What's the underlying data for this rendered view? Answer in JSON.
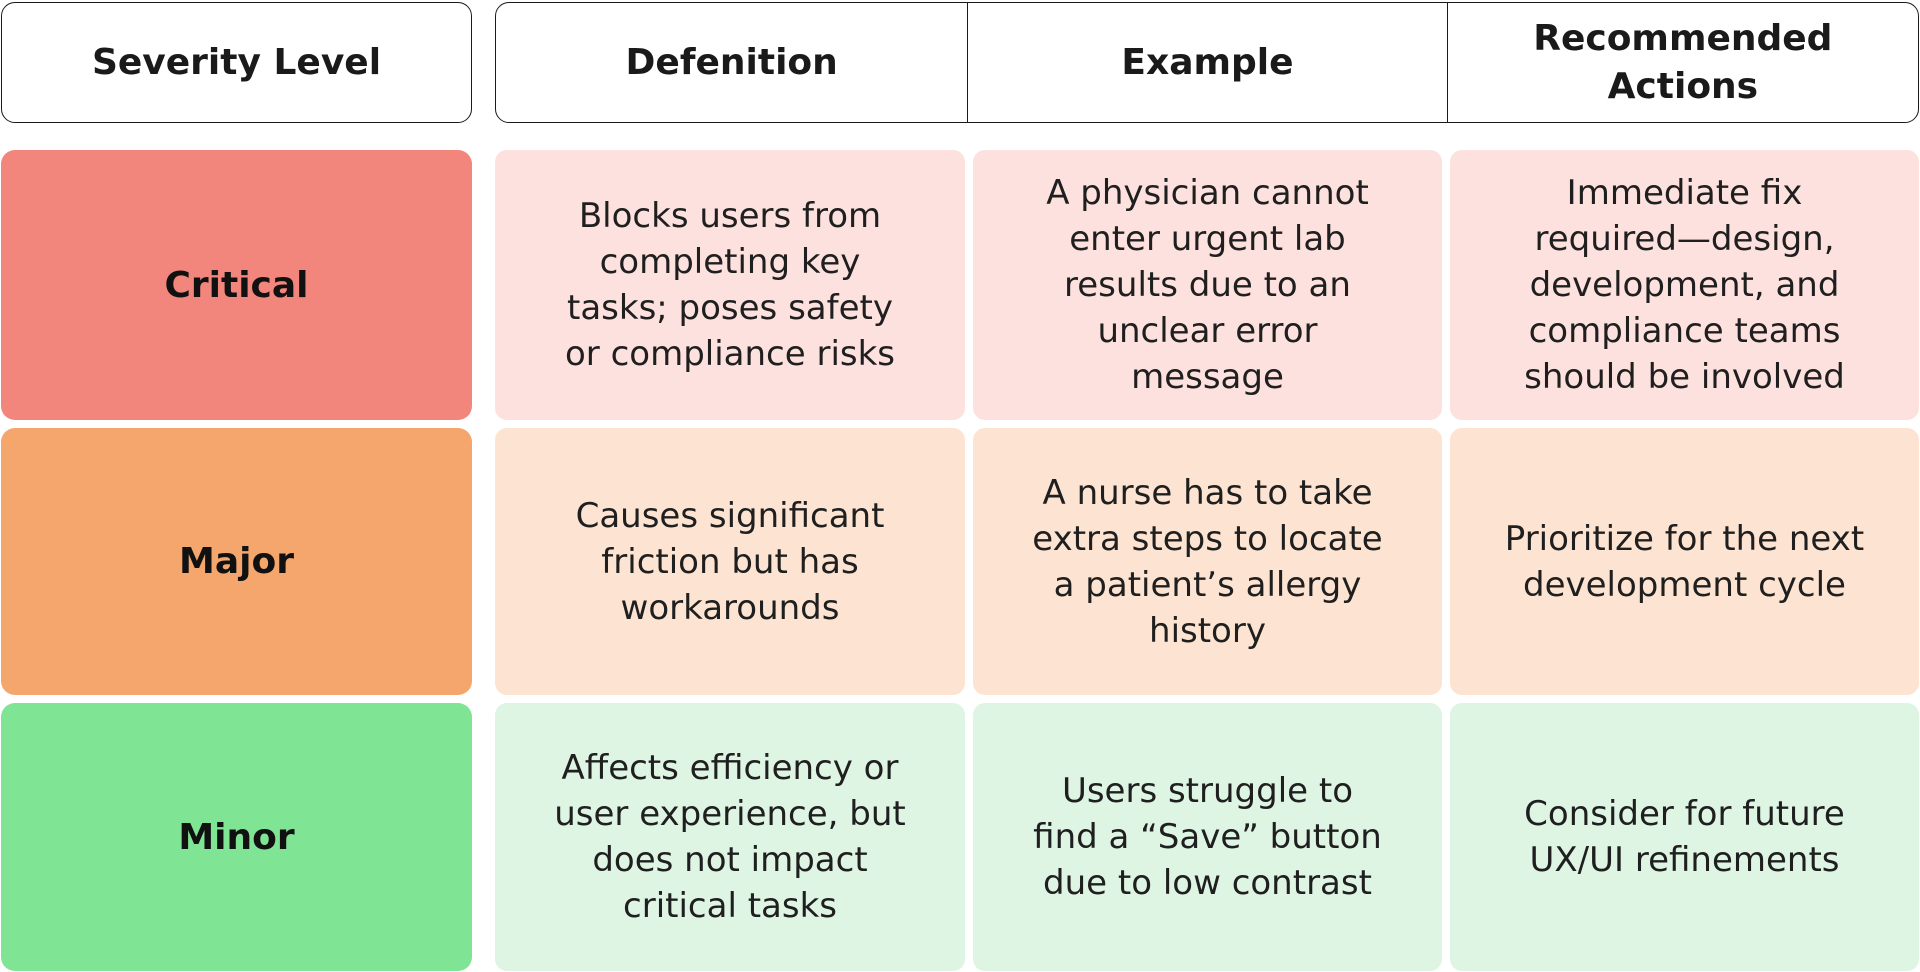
{
  "headers": {
    "severity": "Severity Level",
    "definition": "Defenition",
    "example": "Example",
    "actions": "Recommended\nActions"
  },
  "rows": [
    {
      "level": "Critical",
      "definition": "Blocks users from\ncompleting key\ntasks; poses safety\nor compliance risks",
      "example": "A physician cannot\nenter urgent lab\nresults due to an\nunclear error\nmessage",
      "action": "Immediate fix\nrequired—design,\ndevelopment, and\ncompliance teams\nshould be involved"
    },
    {
      "level": "Major",
      "definition": "Causes significant\nfriction but has\nworkarounds",
      "example": "A nurse has to take\nextra steps to locate\na patient’s allergy\nhistory",
      "action": "Prioritize for the next\ndevelopment cycle"
    },
    {
      "level": "Minor",
      "definition": "Affects efficiency or\nuser experience, but\ndoes not impact\ncritical tasks",
      "example": "Users struggle to\nfind a “Save” button\ndue to low contrast",
      "action": "Consider for future\nUX/UI refinements"
    }
  ],
  "colors": {
    "critical_strong": "#f2857c",
    "critical_light": "#fde1de",
    "major_strong": "#f5a66c",
    "major_light": "#fde4d2",
    "minor_strong": "#7fe494",
    "minor_light": "#dff5e4"
  }
}
